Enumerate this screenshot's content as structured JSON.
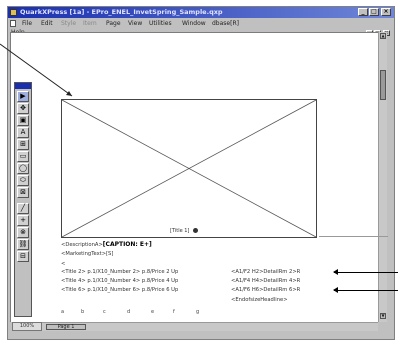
{
  "window": {
    "title": "QuarkXPress [1a] - EPro_ENEL_InvetSpring_Sample.qxp",
    "minimize_glyph": "_",
    "maximize_glyph": "□",
    "close_glyph": "×"
  },
  "menubar": {
    "items": [
      "File",
      "Edit",
      "Style",
      "Item",
      "Page",
      "View",
      "Utilities",
      "Window",
      "dbase[R]"
    ]
  },
  "helpmenu": {
    "label": "Help"
  },
  "mdi_controls": {
    "minimize": "_",
    "restore": "▫",
    "close": "×"
  },
  "tools": [
    "▶",
    "✥",
    "▣",
    "A",
    "⊞",
    "▭",
    "◯",
    "⬭",
    "⊠",
    "╱",
    "+",
    "⊗",
    "⛓",
    "⊟"
  ],
  "frame": {
    "label": "[Title 1]"
  },
  "text": {
    "line1_prefix": "<DescriptionA>",
    "line1_bold": "[CAPTION: E+]",
    "line2": "<MarketingText>[S]",
    "line3": "<",
    "row1_left": "<Title 2> p.1/X10_Number 2> p.8/Price 2 Up",
    "row1_right": "<A1/F2 H2>DetailRm 2>R",
    "row2_left": "<Title 4> p.1/X10_Number 4> p.8/Price 4 Up",
    "row2_right": "<A1/F4 H4>DetailRm 4>R",
    "row3_left": "<Title 6> p.1/X10_Number 6> p.8/Price 6 Up",
    "row3_right": "<A1/F6 H6>DetailRm 6>R",
    "end_tag": "<EndofsizeHeadline>",
    "markers": [
      "a",
      "b",
      "c",
      "d",
      "e",
      "f",
      "g"
    ]
  },
  "status": {
    "zoom": "100%",
    "page_label": "Page 1"
  }
}
